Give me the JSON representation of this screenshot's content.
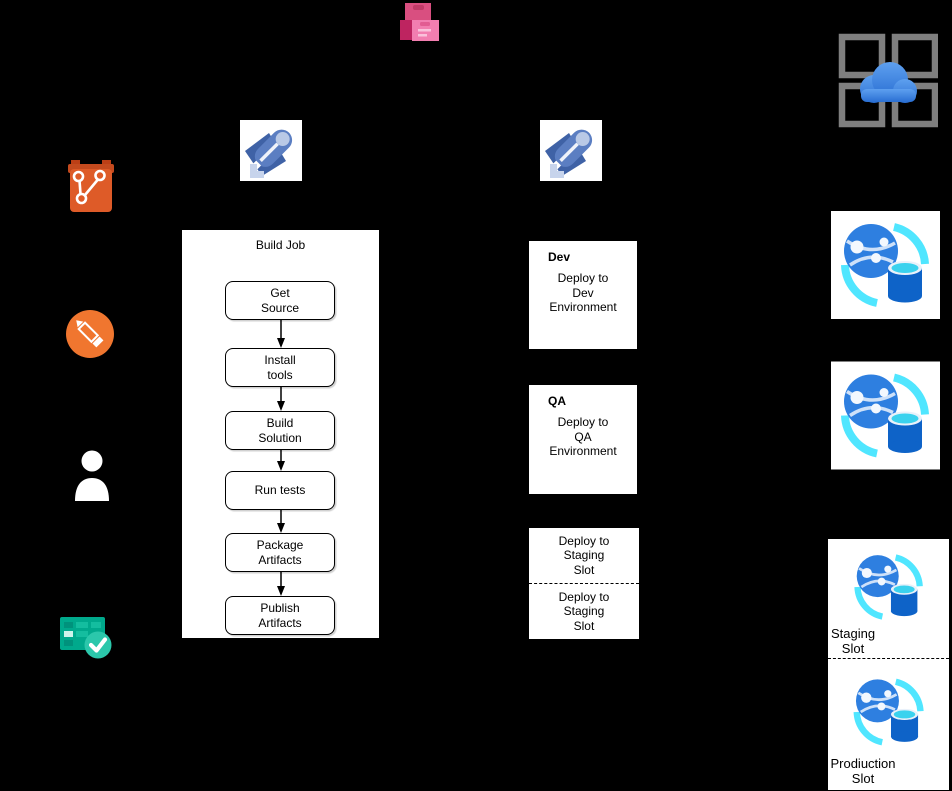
{
  "background_color": "#000000",
  "build_pipeline": {
    "title": "Build Job",
    "steps": [
      "Get\nSource",
      "Install\ntools",
      "Build\nSolution",
      "Run tests",
      "Package\nArtifacts",
      "Publish\nArtifacts"
    ]
  },
  "release_pipeline": {
    "dev": {
      "title": "Dev",
      "body": "Deploy to\nDev\nEnvironment"
    },
    "qa": {
      "title": "QA",
      "body": "Deploy to\nQA\nEnvironment"
    },
    "staging": {
      "top": "Deploy to\nStaging\nSlot",
      "bottom": "Deploy to\nStaging\nSlot"
    }
  },
  "slots": {
    "staging_label": "Staging\nSlot",
    "production_label": "Prodiuction\nSlot"
  },
  "icons": {
    "packages": "package-boxes-icon",
    "app_service_environment": "app-service-environment-cloud-icon",
    "build_rocket": "azure-pipelines-rocket-icon",
    "release_rocket": "azure-pipelines-rocket-icon",
    "git": "git-branch-icon",
    "edit": "pencil-edit-icon",
    "user": "person-icon",
    "test_plans": "test-plans-checklist-icon",
    "web_app_db": "web-app-database-icon"
  },
  "colors": {
    "pink_box": "#D94F80",
    "dark_pink_box": "#BE2460",
    "light_pink_box": "#F27EB0",
    "git_orange": "#DE5B28",
    "edit_orange": "#F0762F",
    "teal": "#00A98C",
    "check_teal": "#2BC7AB",
    "rocket_blue": "#5B7EC2",
    "rocket_dark_blue": "#3F62A6",
    "globe_blue": "#2E7FE0",
    "db_blue": "#0E63C8",
    "cyan_arc": "#50E6FF",
    "ase_gray": "#7F7F7F",
    "cloud_blue": "#3C86E8",
    "box_fill": "#FFFFFF",
    "text": "#000000"
  }
}
